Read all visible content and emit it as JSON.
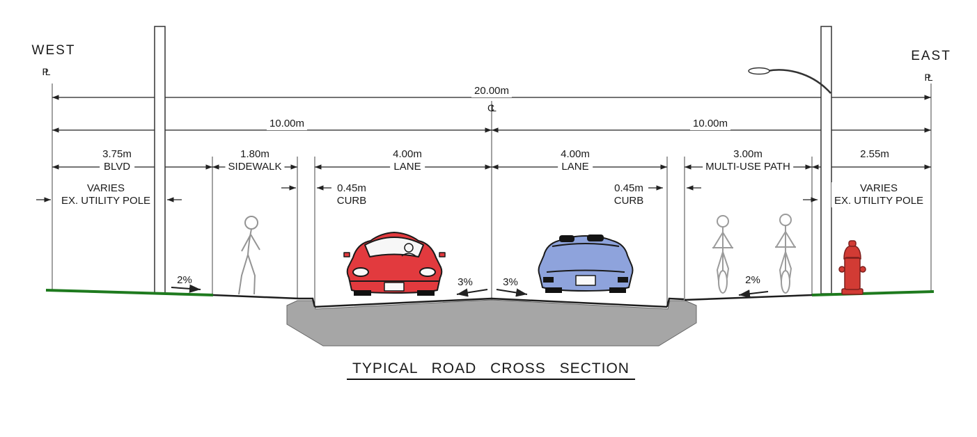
{
  "compass": {
    "west": "WEST",
    "east": "EAST",
    "pl": "PL",
    "cl": "CL"
  },
  "dims": {
    "overall": "20.00m",
    "left_half": "10.00m",
    "right_half": "10.00m",
    "blvd": {
      "value": "3.75m",
      "name": "BLVD"
    },
    "sidewalk": {
      "value": "1.80m",
      "name": "SIDEWALK"
    },
    "lane_left": {
      "value": "4.00m",
      "name": "LANE"
    },
    "lane_right": {
      "value": "4.00m",
      "name": "LANE"
    },
    "multi_use_path": {
      "value": "3.00m",
      "name": "MULTI-USE PATH"
    },
    "east_blvd": {
      "value": "2.55m"
    },
    "curb_left": {
      "value": "0.45m",
      "name": "CURB"
    },
    "curb_right": {
      "value": "0.45m",
      "name": "CURB"
    },
    "pole_west": {
      "value": "VARIES",
      "name": "EX. UTILITY POLE"
    },
    "pole_east": {
      "value": "VARIES",
      "name": "EX. UTILITY POLE"
    }
  },
  "slopes": {
    "west_blvd": "2%",
    "lane_left": "3%",
    "lane_right": "3%",
    "east_path": "2%"
  },
  "title": "TYPICAL ROAD CROSS SECTION",
  "colors": {
    "car_front": "#e23a3e",
    "car_rear": "#8ea3dc",
    "grass": "#1e7a1e",
    "road_base": "#a6a6a6",
    "hydrant": "#d23b34"
  }
}
